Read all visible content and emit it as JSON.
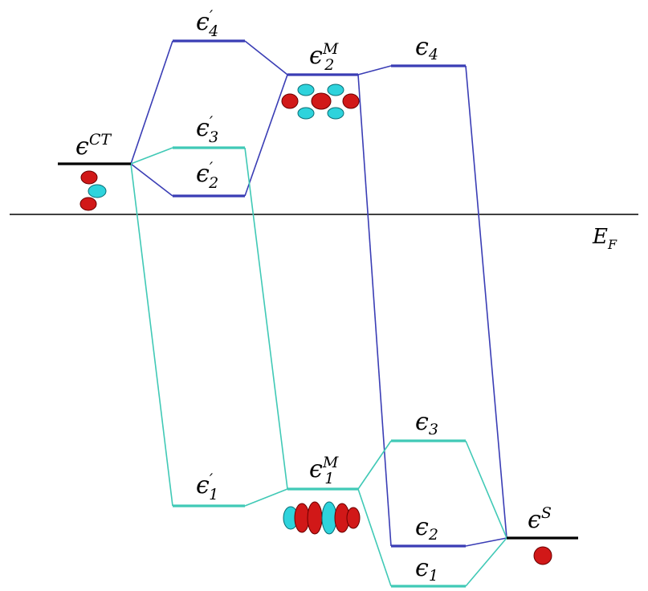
{
  "diagram": {
    "fermi_label": {
      "base": "E",
      "sub": "F"
    },
    "colors": {
      "blue": "#3a3db5",
      "cyan": "#40c9b6",
      "black": "#000000",
      "orbital_red": "#d11818",
      "orbital_cyan": "#2ed3dc"
    },
    "levels": {
      "e4p": {
        "base": "ϵ",
        "prime": "′",
        "sub": "4",
        "sup": ""
      },
      "e3p": {
        "base": "ϵ",
        "prime": "′",
        "sub": "3",
        "sup": ""
      },
      "e2p": {
        "base": "ϵ",
        "prime": "′",
        "sub": "2",
        "sup": ""
      },
      "e1p": {
        "base": "ϵ",
        "prime": "′",
        "sub": "1",
        "sup": ""
      },
      "eCT": {
        "base": "ϵ",
        "prime": "",
        "sub": "",
        "sup": "CT"
      },
      "e2M": {
        "base": "ϵ",
        "prime": "",
        "sub": "2",
        "sup": "M"
      },
      "e1M": {
        "base": "ϵ",
        "prime": "",
        "sub": "1",
        "sup": "M"
      },
      "e4": {
        "base": "ϵ",
        "prime": "",
        "sub": "4",
        "sup": ""
      },
      "e3": {
        "base": "ϵ",
        "prime": "",
        "sub": "3",
        "sup": ""
      },
      "e2": {
        "base": "ϵ",
        "prime": "",
        "sub": "2",
        "sup": ""
      },
      "e1": {
        "base": "ϵ",
        "prime": "",
        "sub": "1",
        "sup": ""
      },
      "eS": {
        "base": "ϵ",
        "prime": "",
        "sub": "",
        "sup": "S"
      }
    }
  }
}
